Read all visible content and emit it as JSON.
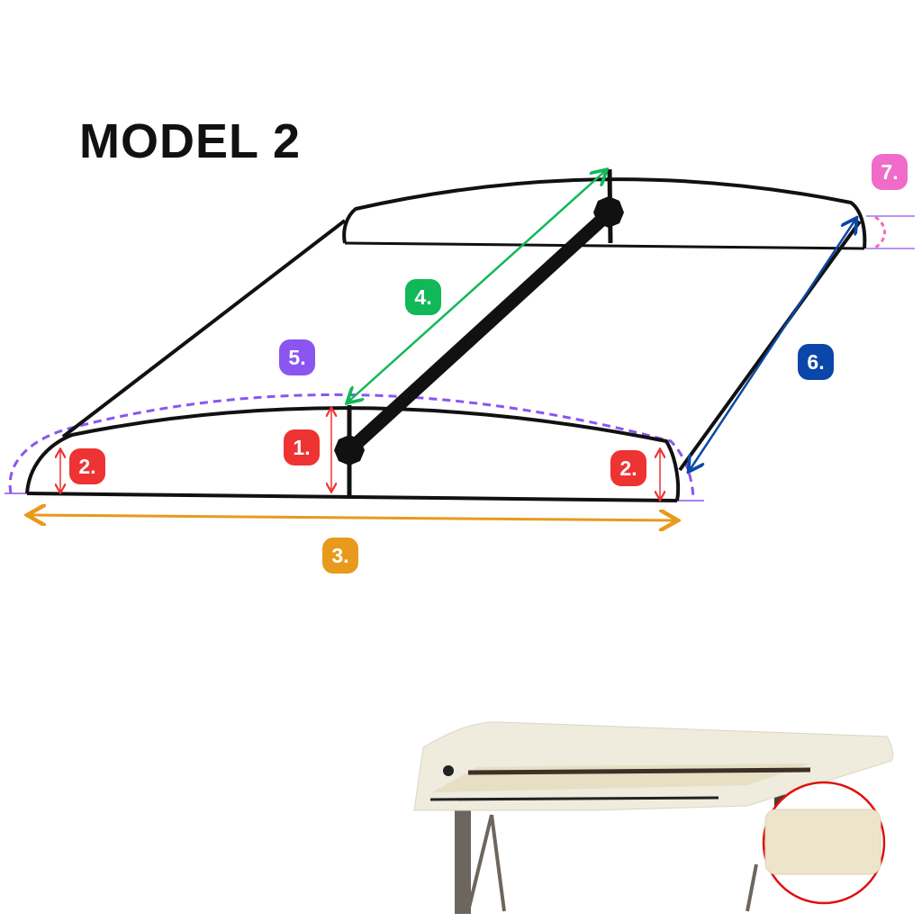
{
  "title": "MODEL 2",
  "badges": [
    {
      "label": "1.",
      "color": "#ee3333"
    },
    {
      "label": "2.",
      "color": "#ee3333"
    },
    {
      "label": "2.",
      "color": "#ee3333"
    },
    {
      "label": "3.",
      "color": "#e89a1c"
    },
    {
      "label": "4.",
      "color": "#10b858"
    },
    {
      "label": "5.",
      "color": "#8b55f0"
    },
    {
      "label": "6.",
      "color": "#0b47a8"
    },
    {
      "label": "7.",
      "color": "#f06cc8"
    }
  ]
}
